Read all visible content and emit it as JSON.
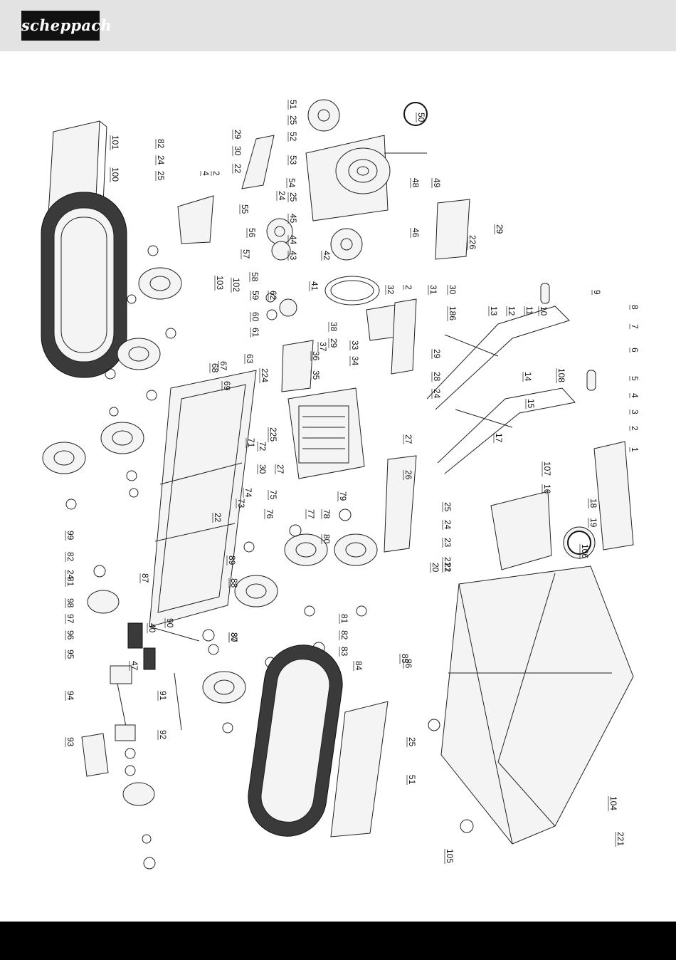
{
  "brand": {
    "logo_text": "scheppach"
  },
  "diagram": {
    "callouts": [
      {
        "label": "51"
      },
      {
        "label": "25"
      },
      {
        "label": "52"
      },
      {
        "label": "29"
      },
      {
        "label": "30"
      },
      {
        "label": "22"
      },
      {
        "label": "53"
      },
      {
        "label": "50"
      },
      {
        "label": "48"
      },
      {
        "label": "49"
      },
      {
        "label": "101"
      },
      {
        "label": "82"
      },
      {
        "label": "24"
      },
      {
        "label": "25"
      },
      {
        "label": "100"
      },
      {
        "label": "2"
      },
      {
        "label": "4"
      },
      {
        "label": "54"
      },
      {
        "label": "24"
      },
      {
        "label": "25"
      },
      {
        "label": "55"
      },
      {
        "label": "45"
      },
      {
        "label": "46"
      },
      {
        "label": "29"
      },
      {
        "label": "226"
      },
      {
        "label": "56"
      },
      {
        "label": "44"
      },
      {
        "label": "43"
      },
      {
        "label": "42"
      },
      {
        "label": "57"
      },
      {
        "label": "103"
      },
      {
        "label": "102"
      },
      {
        "label": "58"
      },
      {
        "label": "41"
      },
      {
        "label": "2"
      },
      {
        "label": "32"
      },
      {
        "label": "31"
      },
      {
        "label": "30"
      },
      {
        "label": "59"
      },
      {
        "label": "62"
      },
      {
        "label": "60"
      },
      {
        "label": "61"
      },
      {
        "label": "186"
      },
      {
        "label": "13"
      },
      {
        "label": "12"
      },
      {
        "label": "11"
      },
      {
        "label": "10"
      },
      {
        "label": "9"
      },
      {
        "label": "8"
      },
      {
        "label": "38"
      },
      {
        "label": "37"
      },
      {
        "label": "29"
      },
      {
        "label": "33"
      },
      {
        "label": "36"
      },
      {
        "label": "34"
      },
      {
        "label": "35"
      },
      {
        "label": "63"
      },
      {
        "label": "67"
      },
      {
        "label": "68"
      },
      {
        "label": "69"
      },
      {
        "label": "224"
      },
      {
        "label": "29"
      },
      {
        "label": "7"
      },
      {
        "label": "6"
      },
      {
        "label": "14"
      },
      {
        "label": "108"
      },
      {
        "label": "28"
      },
      {
        "label": "24"
      },
      {
        "label": "5"
      },
      {
        "label": "15"
      },
      {
        "label": "225"
      },
      {
        "label": "27"
      },
      {
        "label": "4"
      },
      {
        "label": "3"
      },
      {
        "label": "2"
      },
      {
        "label": "17"
      },
      {
        "label": "71"
      },
      {
        "label": "72"
      },
      {
        "label": "30"
      },
      {
        "label": "27"
      },
      {
        "label": "1"
      },
      {
        "label": "107"
      },
      {
        "label": "26"
      },
      {
        "label": "16"
      },
      {
        "label": "18"
      },
      {
        "label": "74"
      },
      {
        "label": "73"
      },
      {
        "label": "75"
      },
      {
        "label": "22"
      },
      {
        "label": "76"
      },
      {
        "label": "77"
      },
      {
        "label": "78"
      },
      {
        "label": "79"
      },
      {
        "label": "25"
      },
      {
        "label": "24"
      },
      {
        "label": "23"
      },
      {
        "label": "19"
      },
      {
        "label": "21"
      },
      {
        "label": "106"
      },
      {
        "label": "99"
      },
      {
        "label": "82"
      },
      {
        "label": "24"
      },
      {
        "label": "81"
      },
      {
        "label": "89"
      },
      {
        "label": "80"
      },
      {
        "label": "22"
      },
      {
        "label": "21"
      },
      {
        "label": "20"
      },
      {
        "label": "87"
      },
      {
        "label": "88"
      },
      {
        "label": "98"
      },
      {
        "label": "97"
      },
      {
        "label": "96"
      },
      {
        "label": "40"
      },
      {
        "label": "90"
      },
      {
        "label": "30"
      },
      {
        "label": "87"
      },
      {
        "label": "81"
      },
      {
        "label": "82"
      },
      {
        "label": "83"
      },
      {
        "label": "95"
      },
      {
        "label": "47"
      },
      {
        "label": "85"
      },
      {
        "label": "84"
      },
      {
        "label": "86"
      },
      {
        "label": "94"
      },
      {
        "label": "91"
      },
      {
        "label": "93"
      },
      {
        "label": "92"
      },
      {
        "label": "25"
      },
      {
        "label": "51"
      },
      {
        "label": "104"
      },
      {
        "label": "105"
      },
      {
        "label": "221"
      }
    ]
  }
}
